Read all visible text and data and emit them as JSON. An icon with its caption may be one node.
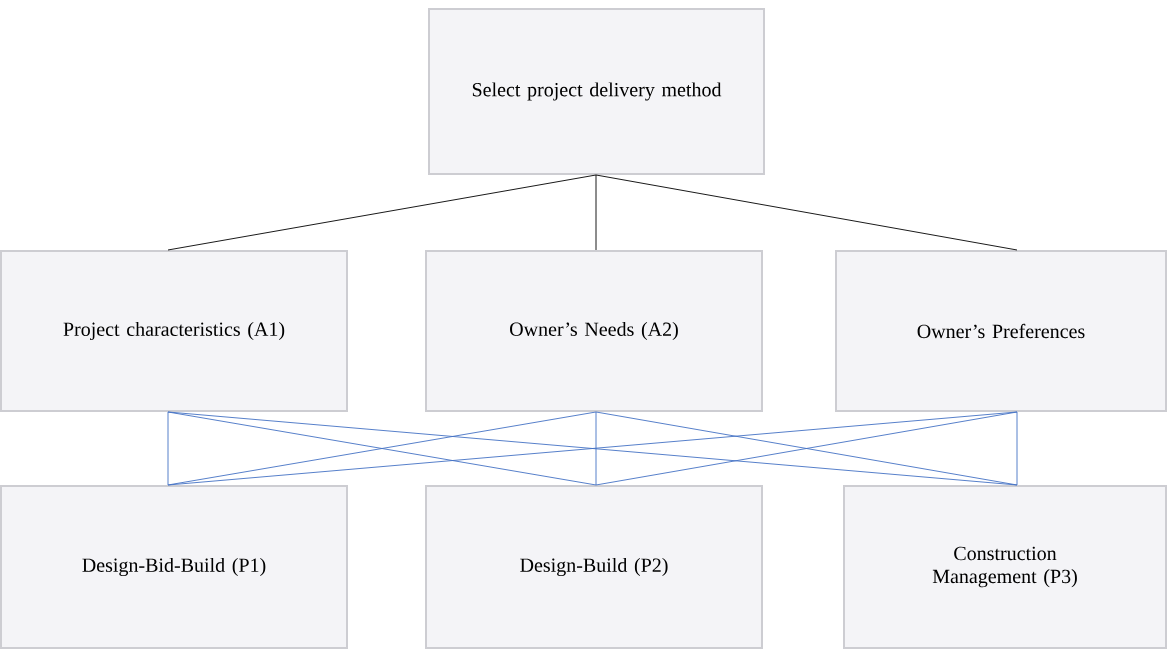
{
  "diagram": {
    "nodes": [
      {
        "text": [
          "Select project delivery method"
        ]
      },
      {
        "text": [
          "Project characteristics (A1)"
        ]
      },
      {
        "text": [
          "Owner’s Needs (A2)"
        ]
      },
      {
        "text": [
          "Owner’s Preferences"
        ]
      },
      {
        "text": [
          "Design-Bid-Build (P1)"
        ]
      },
      {
        "text": [
          "Design-Build (P2)"
        ]
      },
      {
        "text": [
          "Construction Management (P3)"
        ]
      }
    ],
    "edges": [
      {
        "from": 0,
        "to": 1,
        "arrow": "none",
        "color": "#000000"
      },
      {
        "from": 0,
        "to": 2,
        "arrow": "none",
        "color": "#000000"
      },
      {
        "from": 0,
        "to": 3,
        "arrow": "none",
        "color": "#000000"
      },
      {
        "from": 1,
        "to": 4,
        "arrow": "none"
      },
      {
        "from": 1,
        "to": 5,
        "arrow": "none"
      },
      {
        "from": 1,
        "to": 6,
        "arrow": "none"
      },
      {
        "from": 2,
        "to": 4,
        "arrow": "none"
      },
      {
        "from": 2,
        "to": 5,
        "arrow": "none"
      },
      {
        "from": 2,
        "to": 6,
        "arrow": "none"
      },
      {
        "from": 3,
        "to": 4,
        "arrow": "none"
      },
      {
        "from": 3,
        "to": 5,
        "arrow": "none"
      },
      {
        "from": 3,
        "to": 6,
        "arrow": "none"
      }
    ]
  }
}
